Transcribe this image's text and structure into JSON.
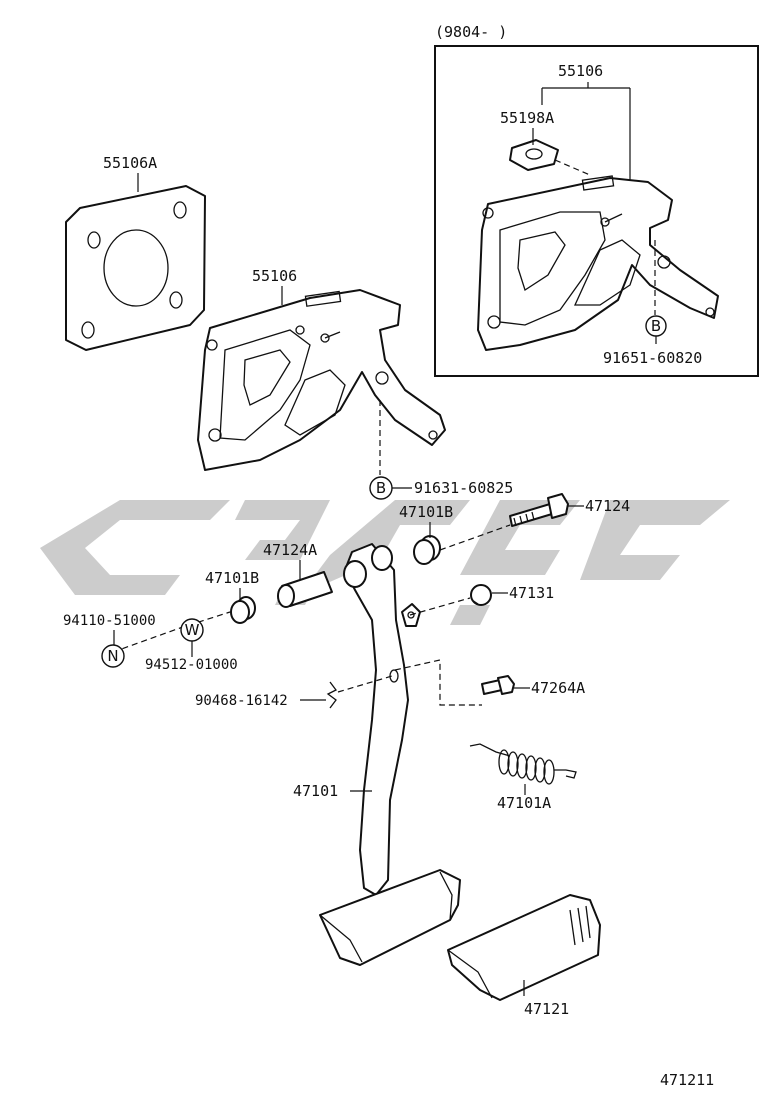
{
  "inset": {
    "range": "(9804-      )"
  },
  "labels": {
    "p55106A": "55106A",
    "p55106": "55106",
    "p55106_inset": "55106",
    "p55198A": "55198A",
    "p91651": "91651-60820",
    "p91631": "91631-60825",
    "p47124": "47124",
    "p47101B_right": "47101B",
    "p47124A": "47124A",
    "p47101B_left": "47101B",
    "p47131": "47131",
    "p94110": "94110-51000",
    "p94512": "94512-01000",
    "p90468": "90468-16142",
    "p47264A": "47264A",
    "p47101": "47101",
    "p47101A": "47101A",
    "p47121": "47121"
  },
  "badges": {
    "b_inset": "B",
    "b_main": "B",
    "w": "W",
    "n": "N"
  },
  "footer": {
    "diagram_code": "471211"
  },
  "colors": {
    "line": "#111111",
    "watermark": "#cccccc",
    "background": "#ffffff"
  }
}
